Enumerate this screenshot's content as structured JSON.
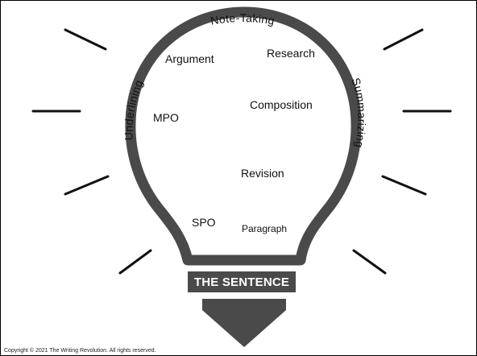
{
  "colors": {
    "bulb_outline": "#4a4a4a",
    "rays": "#111111",
    "banner_bg": "#4a4a4a",
    "banner_text": "#ffffff"
  },
  "arc_labels": {
    "top": "Note-Taking",
    "left": "Underlining",
    "right": "Summarizing"
  },
  "inner_labels": {
    "argument": "Argument",
    "research": "Research",
    "mpo": "MPO",
    "composition": "Composition",
    "revision": "Revision",
    "spo": "SPO",
    "paragraph": "Paragraph"
  },
  "banner": "THE SENTENCE",
  "copyright": "Copyright © 2021 The Writing Revolution.  All rights reserved."
}
